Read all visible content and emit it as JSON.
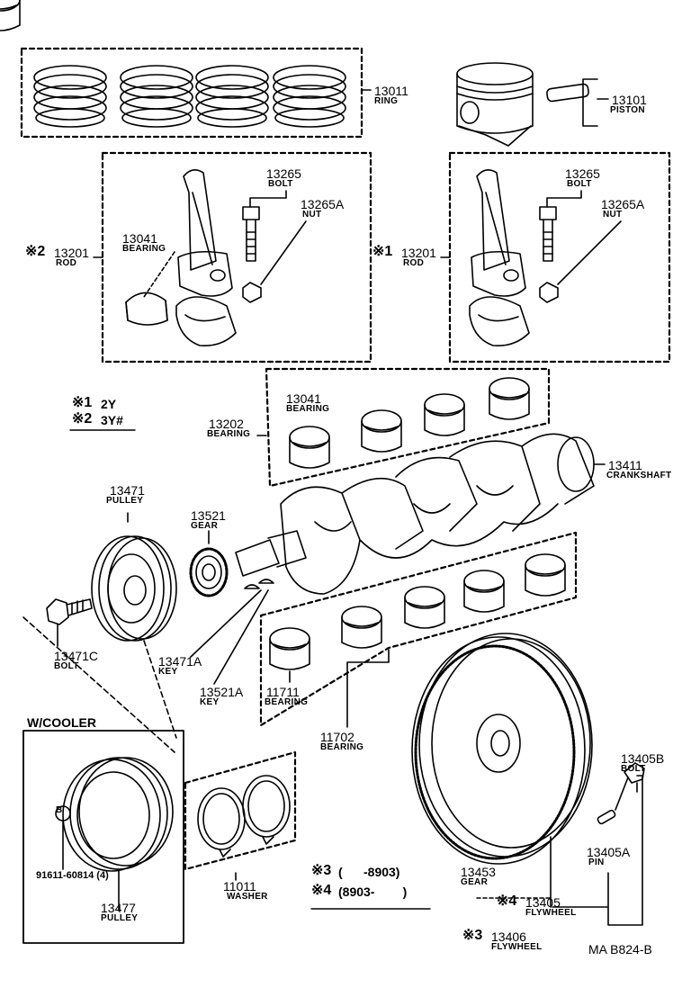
{
  "parts": {
    "ring": {
      "num": "13011",
      "name": "RING"
    },
    "piston": {
      "num": "13101",
      "name": "PISTON"
    },
    "bolt_l": {
      "num": "13265",
      "name": "BOLT"
    },
    "nut_l": {
      "num": "13265A",
      "name": "NUT"
    },
    "rod_l": {
      "mark": "※2",
      "num": "13201",
      "name": "ROD"
    },
    "bearing_rod_l": {
      "num": "13041",
      "name": "BEARING"
    },
    "bolt_r": {
      "num": "13265",
      "name": "BOLT"
    },
    "nut_r": {
      "num": "13265A",
      "name": "NUT"
    },
    "rod_r": {
      "mark": "※1",
      "num": "13201",
      "name": "ROD"
    },
    "bearing_upper": {
      "num": "13041",
      "name": "BEARING"
    },
    "bearing_set": {
      "num": "13202",
      "name": "BEARING"
    },
    "crankshaft": {
      "num": "13411",
      "name": "CRANKSHAFT"
    },
    "pulley": {
      "num": "13471",
      "name": "PULLEY"
    },
    "gear": {
      "num": "13521",
      "name": "GEAR"
    },
    "bolt_pulley": {
      "num": "13471C",
      "name": "BOLT"
    },
    "key_a": {
      "num": "13471A",
      "name": "KEY"
    },
    "key_b": {
      "num": "13521A",
      "name": "KEY"
    },
    "bearing_main": {
      "num": "11711",
      "name": "BEARING"
    },
    "bearing_lower_set": {
      "num": "11702",
      "name": "BEARING"
    },
    "bolt_flywheel": {
      "num": "13405B",
      "name": "BOLT"
    },
    "pin": {
      "num": "13405A",
      "name": "PIN"
    },
    "gear_ring": {
      "num": "13453",
      "name": "GEAR"
    },
    "flywheel_4": {
      "mark": "※4",
      "num": "13405",
      "name": "FLYWHEEL"
    },
    "flywheel_3": {
      "mark": "※3",
      "num": "13406",
      "name": "FLYWHEEL"
    },
    "washer": {
      "num": "11011",
      "name": "WASHER"
    },
    "pulley_cooler": {
      "num": "13477",
      "name": "PULLEY"
    },
    "bolt_cooler": {
      "num": "91611-60814 (4)"
    }
  },
  "notes": {
    "n1_mark": "※1",
    "n1_text": "2Y",
    "n2_mark": "※2",
    "n2_text": "3Y#",
    "n3_mark": "※3",
    "n3_text": "(      -8903)",
    "n4_mark": "※4",
    "n4_text": "(8903-        )",
    "w_cooler": "W/COOLER",
    "b_mark": "B",
    "code": "MA B824-B"
  }
}
